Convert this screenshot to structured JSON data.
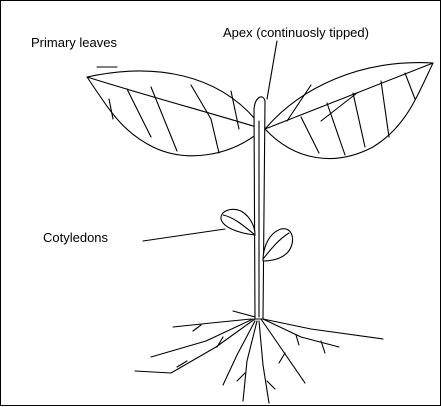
{
  "labels": {
    "primary_leaves": "Primary leaves",
    "apex": "Apex (continuosly tipped)",
    "cotyledons": "Cotyledons"
  },
  "colors": {
    "line": "#000000",
    "background": "#ffffff"
  }
}
